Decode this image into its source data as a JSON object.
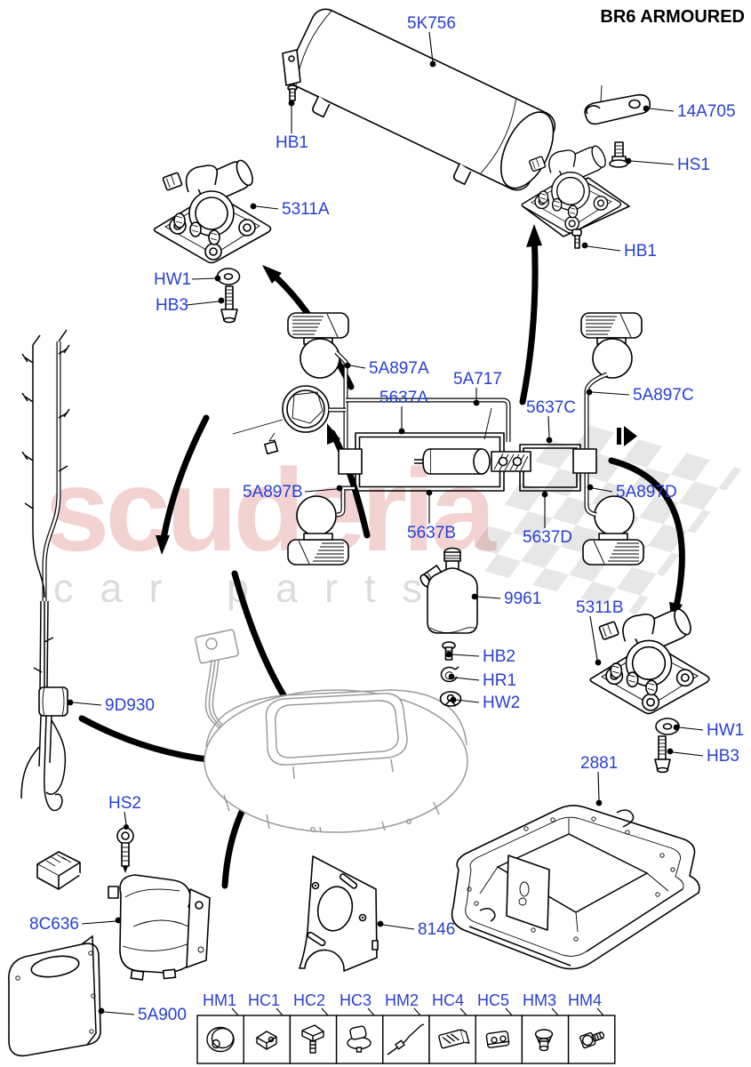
{
  "title": "BR6 ARMOURED",
  "watermark": {
    "brand": "scuderia",
    "tagline": "car parts"
  },
  "colors": {
    "label_blue": "#2840d4",
    "line_black": "#000000",
    "detail_gray": "#9b9b9b",
    "watermark_pink": "#eec6c6",
    "watermark_gray": "#d9d9d9"
  },
  "labels": {
    "tank": "5K756",
    "bolt_tank_left": "HB1",
    "bracket_clip": "14A705",
    "screw_hs1": "HS1",
    "bolt_tank_right": "HB1",
    "valve_front": "5311A",
    "washer_front": "HW1",
    "bolt_front": "HB3",
    "pipe_front_left": "5A897A",
    "reservoir": "5A717",
    "pipe_5637a": "5637A",
    "pipe_5637c": "5637C",
    "pipe_front_right": "5A897C",
    "pipe_rear_left": "5A897B",
    "pipe_5637b": "5637B",
    "pipe_5637d": "5637D",
    "pipe_rear_right": "5A897D",
    "dryer_bottle": "9961",
    "valve_rear": "5311B",
    "bolt_hb2": "HB2",
    "retainer_hr1": "HR1",
    "washer_hw2": "HW2",
    "washer_rear": "HW1",
    "bolt_rear": "HB3",
    "mounting_pan": "2881",
    "harness": "9D930",
    "screw_hs2": "HS2",
    "compressor_motor": "8C636",
    "motor_cover": "5A900",
    "gasket_plate": "8146"
  },
  "hardware": [
    "HM1",
    "HC1",
    "HC2",
    "HC3",
    "HM2",
    "HC4",
    "HC5",
    "HM3",
    "HM4"
  ]
}
